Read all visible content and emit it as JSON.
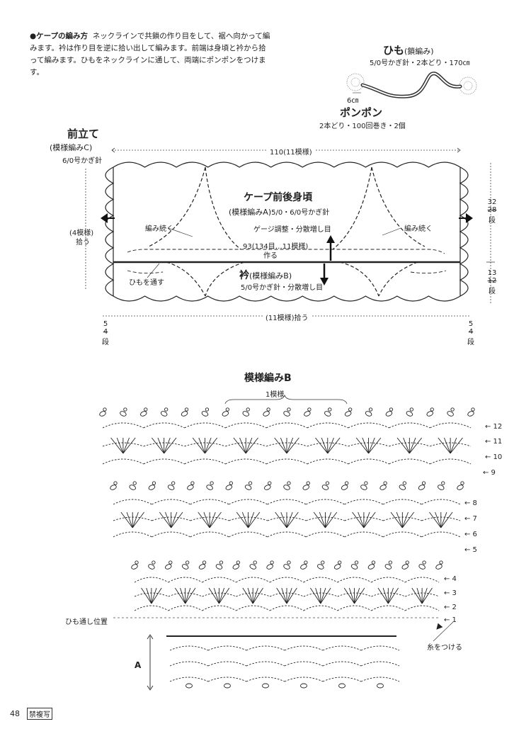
{
  "intro": {
    "heading": "●ケープの編み方",
    "body": "ネックラインで共鎖の作り目をして、裾へ向かって編みます。衿は作り目を逆に拾い出して編みます。前端は身頃と衿から拾って編みます。ひもをネックラインに通して、両端にポンポンをつけます。"
  },
  "cord": {
    "title": "ひも",
    "title_note": "(鎖編み)",
    "spec": "5/0号かぎ針・2本どり・170㎝",
    "pompom_size": "6㎝",
    "pompom_title": "ポンポン",
    "pompom_spec": "2本どり・100回巻き・2個"
  },
  "schematic": {
    "front_band_title": "前立て",
    "front_band_pattern": "(模様編みC)",
    "front_band_hook": "6/0号かぎ針",
    "width_label": "110(11模様)",
    "body_title": "ケープ前後身頃",
    "body_pattern": "(模様編みA)",
    "body_hook": "5/0・6/0号かぎ針",
    "gauge_note": "ゲージ調整・分散増し目",
    "continue_left": "編み続く",
    "continue_right": "編み続く",
    "foundation_count": "93(134目…11模様)",
    "foundation_action": "作る",
    "collar_title": "衿",
    "collar_pattern": "(模様編みB)",
    "collar_hook": "5/0号かぎ針・分散増し目",
    "cord_through": "ひもを通す",
    "side_pick_count": "(4模様)",
    "side_pick_action": "拾う",
    "bottom_pick": "(11模様)拾う",
    "height_body_cm": "32",
    "height_body_rows": "28",
    "height_body_unit": "段",
    "height_collar_cm": "13",
    "height_collar_rows": "12",
    "height_collar_unit": "段",
    "band_left_cm": "5",
    "band_left_rows": "4",
    "band_left_unit": "段",
    "band_right_cm": "5",
    "band_right_rows": "4",
    "band_right_unit": "段"
  },
  "chart": {
    "title": "模様編みB",
    "repeat_label": "1模様",
    "row_numbers": [
      "12",
      "11",
      "10",
      "9",
      "8",
      "7",
      "6",
      "5",
      "4",
      "3",
      "2",
      "1"
    ],
    "cord_position": "ひも通し位置",
    "attach_yarn": "糸をつける",
    "section_a": "A"
  },
  "footer": {
    "page_number": "48",
    "copy_notice": "禁複写"
  }
}
